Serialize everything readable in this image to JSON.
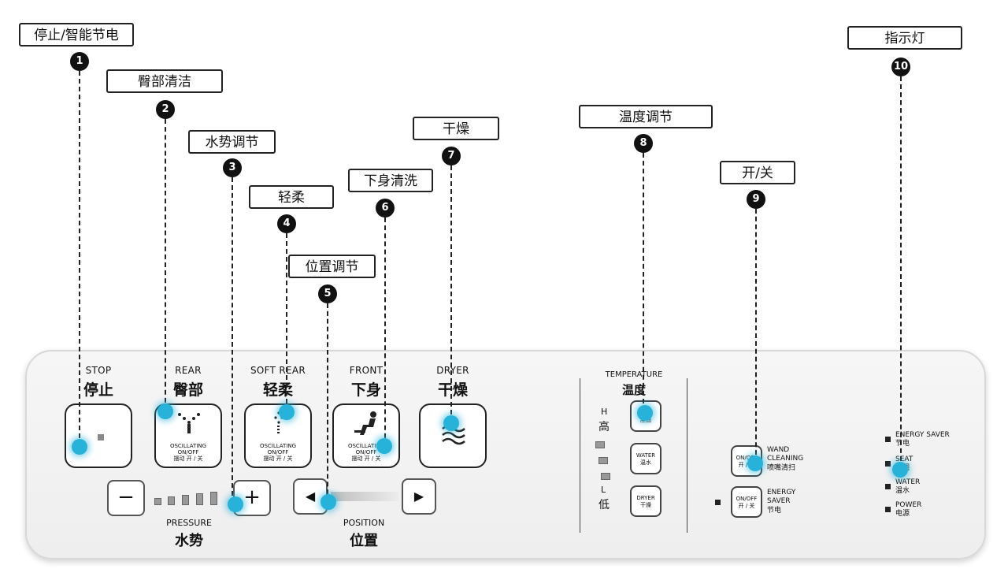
{
  "callouts": {
    "c1": {
      "label": "停止/智能节电",
      "num": "1"
    },
    "c2": {
      "label": "臀部清洁",
      "num": "2"
    },
    "c3": {
      "label": "水势调节",
      "num": "3"
    },
    "c4": {
      "label": "轻柔",
      "num": "4"
    },
    "c5": {
      "label": "位置调节",
      "num": "5"
    },
    "c6": {
      "label": "下身清洗",
      "num": "6"
    },
    "c7": {
      "label": "干燥",
      "num": "7"
    },
    "c8": {
      "label": "温度调节",
      "num": "8"
    },
    "c9": {
      "label": "开/关",
      "num": "9"
    },
    "c10": {
      "label": "指示灯",
      "num": "10"
    }
  },
  "panel": {
    "stop": {
      "en": "STOP",
      "cn": "停止"
    },
    "rear": {
      "en": "REAR",
      "cn": "臀部"
    },
    "soft": {
      "en": "SOFT REAR",
      "cn": "轻柔"
    },
    "front": {
      "en": "FRONT",
      "cn": "下身"
    },
    "dryer": {
      "en": "DRYER",
      "cn": "干燥"
    },
    "osc_en": "OSCILLATING",
    "osc_onoff": "ON/OFF",
    "osc_cn": "摆动 开 / 关",
    "pressure": {
      "en": "PRESSURE",
      "cn": "水势",
      "minus": "−",
      "plus": "+"
    },
    "position": {
      "en": "POSITION",
      "cn": "位置",
      "left": "◀",
      "right": "▶"
    },
    "temperature": {
      "en": "TEMPERATURE",
      "cn": "温度",
      "h": "H",
      "h_cn": "高",
      "l": "L",
      "l_cn": "低",
      "seat_en": "SEAT",
      "seat_cn": "座圈",
      "water_en": "WATER",
      "water_cn": "温水",
      "dryer_en": "DRYER",
      "dryer_cn": "干燥"
    },
    "wand": {
      "btn_en": "ON/OFF",
      "btn_cn": "开 / 关",
      "label_en1": "WAND",
      "label_en2": "CLEANING",
      "label_cn": "喷嘴清扫"
    },
    "saver": {
      "btn_en": "ON/OFF",
      "btn_cn": "开 / 关",
      "label_en1": "ENERGY",
      "label_en2": "SAVER",
      "label_cn": "节电"
    },
    "indicators": [
      {
        "en": "ENERGY SAVER",
        "cn": "节电"
      },
      {
        "en": "SEAT",
        "cn": "座圈"
      },
      {
        "en": "WATER",
        "cn": "温水"
      },
      {
        "en": "POWER",
        "cn": "电源"
      }
    ]
  },
  "colors": {
    "highlight": "#27b3d9",
    "line": "#222222"
  }
}
